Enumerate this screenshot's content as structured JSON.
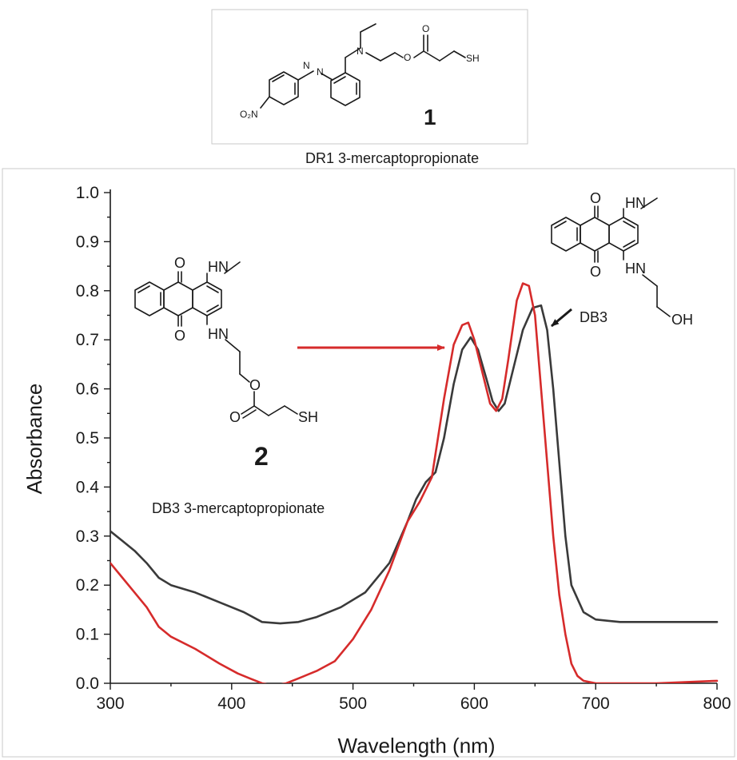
{
  "chart_data": {
    "type": "line",
    "title": "",
    "xlabel": "Wavelength (nm)",
    "ylabel": "Absorbance",
    "xlim": [
      300,
      800
    ],
    "ylim": [
      0.0,
      1.0
    ],
    "xticks": [
      300,
      400,
      500,
      600,
      700,
      800
    ],
    "xtick_labels": [
      "300",
      "400",
      "500",
      "600",
      "700",
      "800"
    ],
    "yticks": [
      0.0,
      0.1,
      0.2,
      0.3,
      0.4,
      0.5,
      0.6,
      0.7,
      0.8,
      0.9,
      1.0
    ],
    "ytick_labels": [
      "0.0",
      "0.1",
      "0.2",
      "0.3",
      "0.4",
      "0.5",
      "0.6",
      "0.7",
      "0.8",
      "0.9",
      "1.0"
    ],
    "grid": false,
    "legend": "none",
    "series": [
      {
        "color": "#3a3a3a",
        "x": [
          300,
          310,
          320,
          330,
          340,
          350,
          370,
          390,
          410,
          425,
          440,
          455,
          470,
          490,
          510,
          530,
          545,
          552,
          560,
          568,
          575,
          583,
          590,
          597,
          603,
          610,
          615,
          620,
          625,
          632,
          640,
          648,
          655,
          660,
          665,
          670,
          675,
          680,
          690,
          700,
          720,
          750,
          800
        ],
        "y": [
          0.31,
          0.29,
          0.27,
          0.245,
          0.215,
          0.2,
          0.185,
          0.165,
          0.145,
          0.125,
          0.122,
          0.125,
          0.135,
          0.155,
          0.185,
          0.245,
          0.33,
          0.375,
          0.41,
          0.43,
          0.5,
          0.61,
          0.68,
          0.705,
          0.68,
          0.62,
          0.575,
          0.555,
          0.57,
          0.64,
          0.72,
          0.765,
          0.77,
          0.72,
          0.6,
          0.45,
          0.3,
          0.2,
          0.145,
          0.13,
          0.125,
          0.125,
          0.125
        ]
      },
      {
        "color": "#d62b2b",
        "x": [
          300,
          310,
          320,
          330,
          340,
          350,
          370,
          390,
          405,
          415,
          425,
          435,
          445,
          455,
          470,
          485,
          500,
          515,
          530,
          545,
          555,
          565,
          575,
          583,
          590,
          595,
          600,
          607,
          613,
          618,
          623,
          628,
          635,
          640,
          645,
          650,
          655,
          660,
          665,
          670,
          675,
          680,
          685,
          690,
          700,
          750,
          800
        ],
        "y": [
          0.245,
          0.215,
          0.185,
          0.155,
          0.115,
          0.095,
          0.07,
          0.04,
          0.02,
          0.01,
          0.0,
          -0.005,
          0.0,
          0.01,
          0.025,
          0.045,
          0.09,
          0.15,
          0.23,
          0.33,
          0.37,
          0.42,
          0.58,
          0.69,
          0.73,
          0.735,
          0.7,
          0.63,
          0.57,
          0.555,
          0.58,
          0.66,
          0.78,
          0.815,
          0.81,
          0.75,
          0.6,
          0.45,
          0.3,
          0.18,
          0.1,
          0.04,
          0.015,
          0.005,
          0.0,
          0.0,
          0.005
        ]
      }
    ],
    "annotations": {
      "compound_1_number": "1",
      "compound_1_name": "DR1 3-mercaptopropionate",
      "compound_2_number": "2",
      "compound_2_name": "DB3 3-mercaptopropionate",
      "db3_label": "DB3"
    }
  },
  "chem_labels": {
    "o2n": "O₂N",
    "n": "N",
    "o": "O",
    "sh": "SH",
    "hn": "HN",
    "oh": "OH"
  },
  "colors": {
    "red_arrow": "#d62b2b",
    "black_arrow": "#1a1a1a"
  }
}
